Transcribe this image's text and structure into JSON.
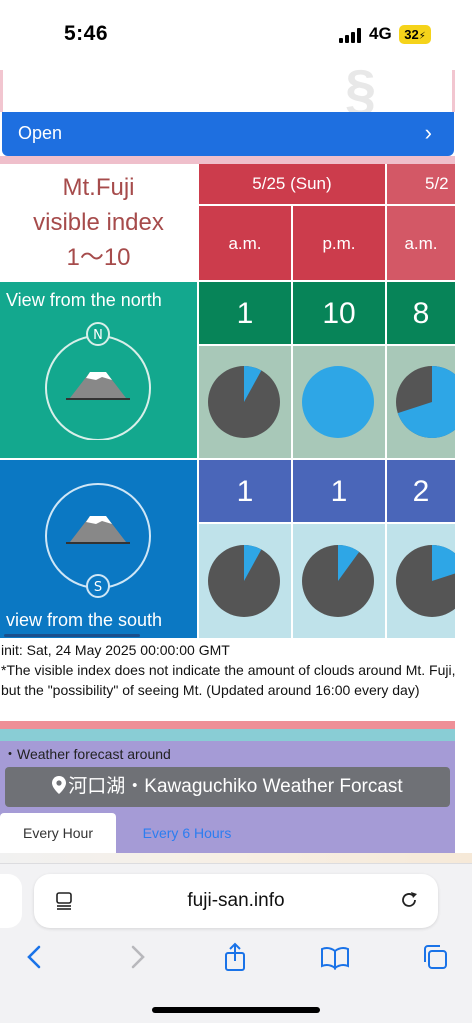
{
  "status": {
    "time": "5:46",
    "network": "4G",
    "battery": "32"
  },
  "open_button": {
    "label": "Open",
    "chevron": "›"
  },
  "visibility": {
    "title": [
      "Mt.Fuji",
      "visible index",
      "1〜10"
    ],
    "dates": [
      "5/25 (Sun)",
      "5/2"
    ],
    "periods": [
      "a.m.",
      "p.m.",
      "a.m."
    ],
    "north": {
      "label": "View from the north",
      "compass": "N",
      "index": [
        "1",
        "10",
        "8"
      ],
      "cloud_fraction": [
        0.92,
        0.0,
        0.3
      ]
    },
    "south": {
      "label": "view from the south",
      "compass": "S",
      "index": [
        "1",
        "1",
        "2"
      ],
      "cloud_fraction": [
        0.92,
        0.9,
        0.8
      ]
    }
  },
  "colors": {
    "date_header": "#cc3c4c",
    "north_bg": "#13a88e",
    "north_index": "#078458",
    "north_pie_bg": "#a8c8b8",
    "south_bg": "#0b78c3",
    "south_index": "#4a66b9",
    "south_pie_bg": "#bfe2ea",
    "pie_cloud": "#555555",
    "pie_clear": "#2ea6e6"
  },
  "init_text": "init: Sat, 24 May 2025 00:00:00 GMT",
  "note_text": "*The visible index does not indicate the amount of clouds around Mt. Fuji, but the \"possibility\" of seeing Mt. (Updated around 16:00 every day)",
  "forecast": {
    "heading": "・Weather forecast around",
    "button_label": "河口湖・Kawaguchiko Weather Forcast",
    "tabs": [
      "Every Hour",
      "Every 6 Hours"
    ]
  },
  "browser": {
    "url": "fuji-san.info"
  }
}
